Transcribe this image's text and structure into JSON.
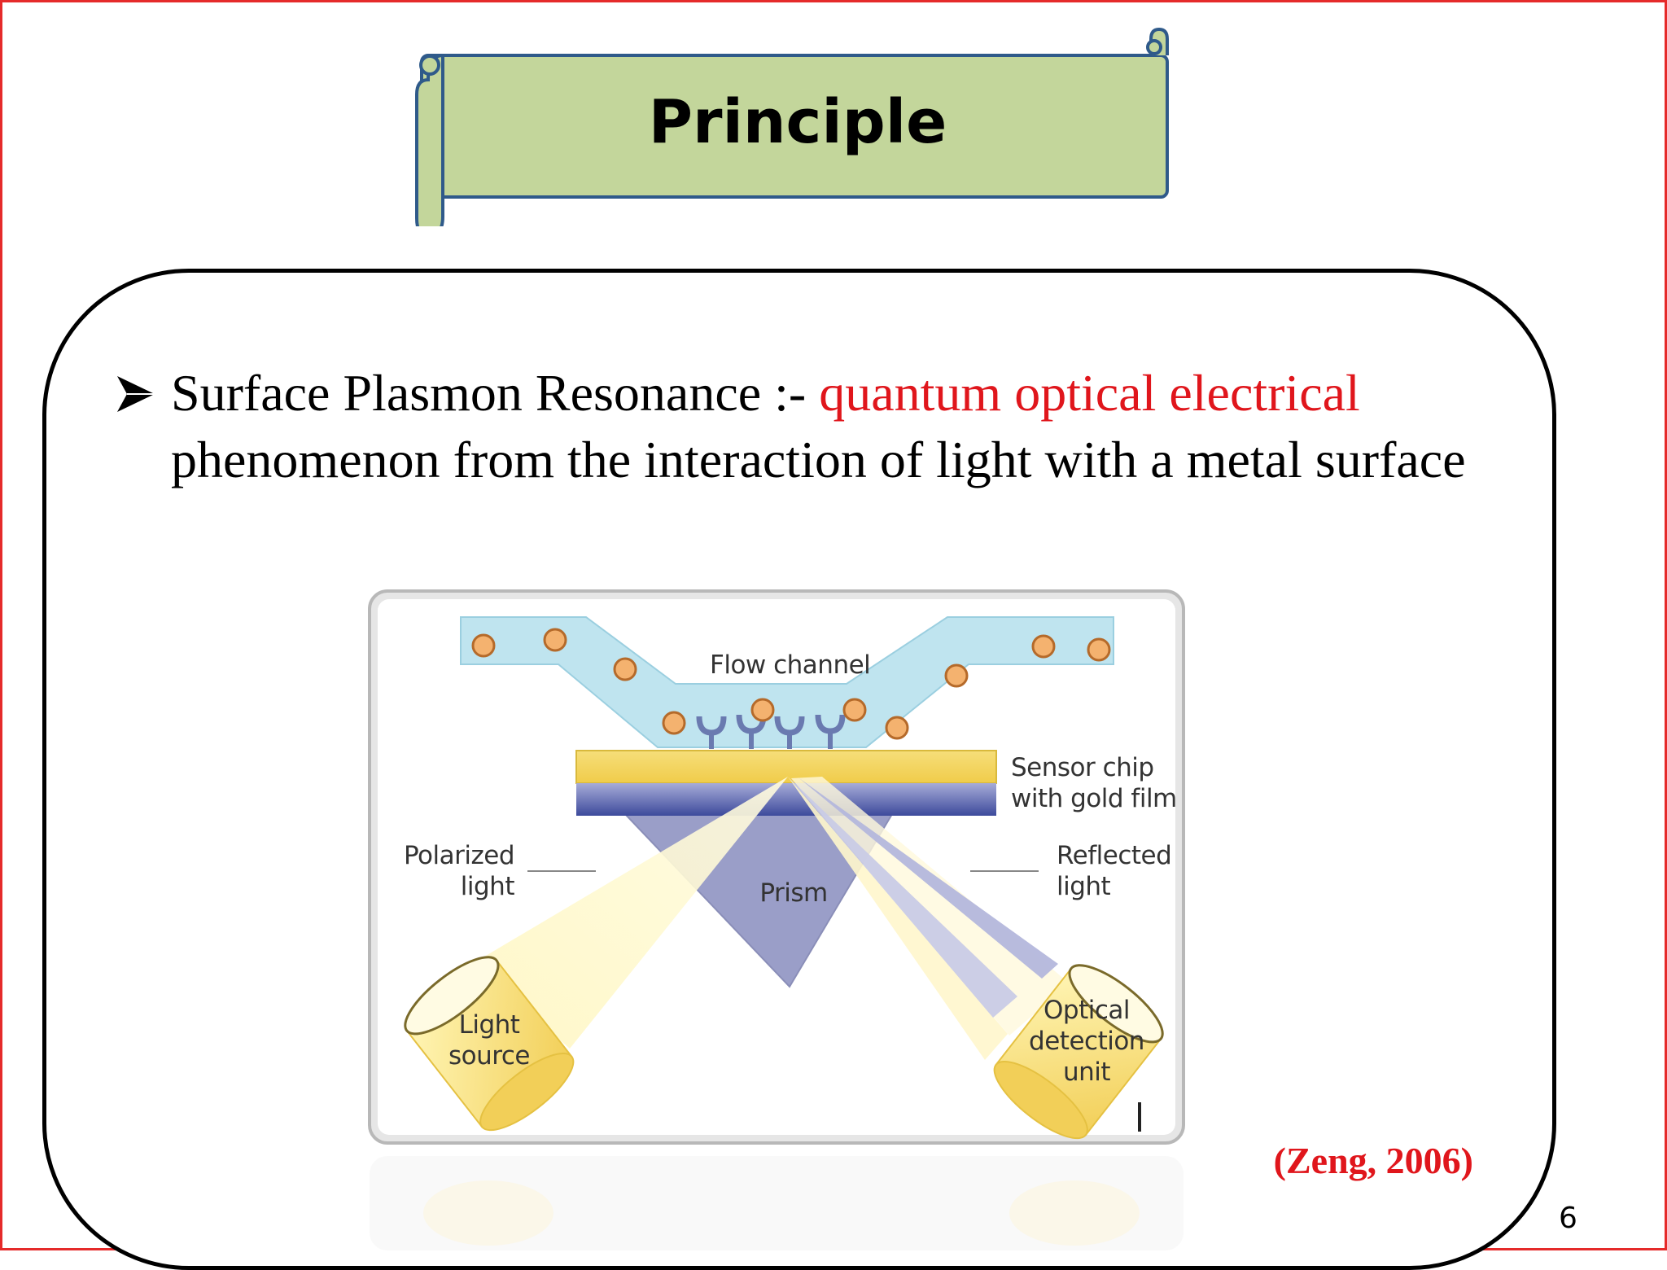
{
  "slide": {
    "title": "Principle",
    "bullet": {
      "prefix": "Surface Plasmon Resonance :- ",
      "highlight": "quantum optical electrical",
      "rest": " phenomenon from the interaction of light with a metal surface"
    },
    "citation": "(Zeng, 2006)",
    "page_number": "6"
  },
  "diagram": {
    "labels": {
      "flow_channel": "Flow channel",
      "sensor_chip_line1": "Sensor chip",
      "sensor_chip_line2": "with gold film",
      "polarized_line1": "Polarized",
      "polarized_line2": "light",
      "reflected_line1": "Reflected",
      "reflected_line2": "light",
      "prism": "Prism",
      "light_source_line1": "Light",
      "light_source_line2": "source",
      "detector_line1": "Optical",
      "detector_line2": "detection",
      "detector_line3": "unit"
    }
  },
  "colors": {
    "frame": "#e52a2a",
    "banner_fill": "#c3d69b",
    "banner_stroke": "#2f5a8a",
    "highlight_red": "#e0161c",
    "channel": "#bfe4ef",
    "gold": "#f3d771",
    "chip_blue": "#3d4a9c",
    "prism": "#9a9ec8"
  }
}
